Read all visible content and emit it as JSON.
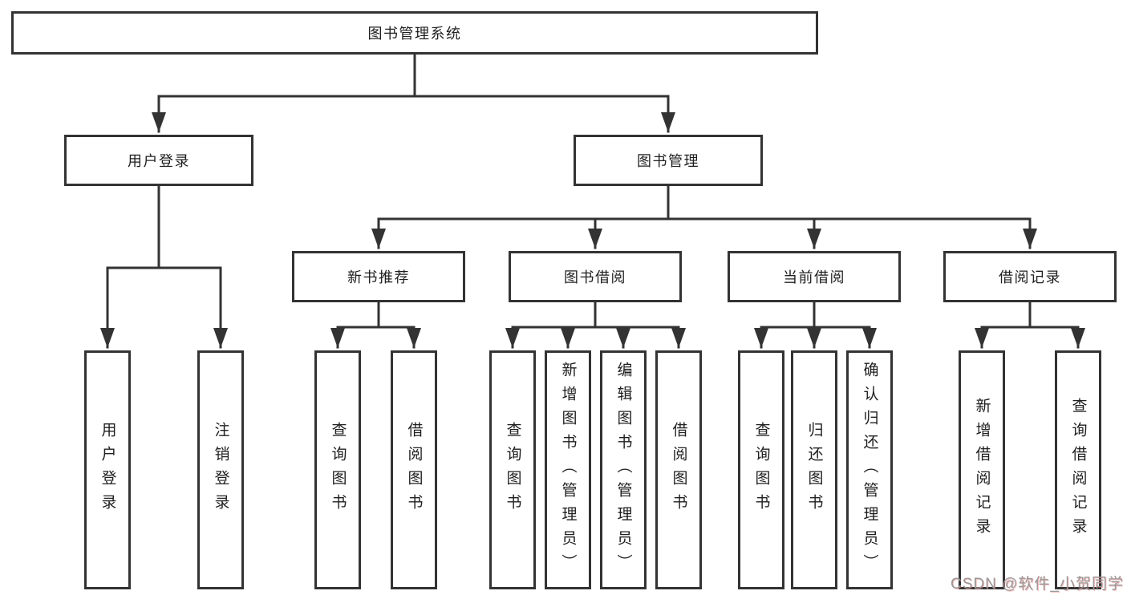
{
  "colors": {
    "line": "#333333",
    "box_border": "#333333",
    "text": "#1f1f1f",
    "watermark": "#999999"
  },
  "tree": {
    "root": {
      "label": "图书管理系统",
      "children": [
        {
          "label": "用户登录",
          "children": [
            {
              "label": "用户登录"
            },
            {
              "label": "注销登录"
            }
          ]
        },
        {
          "label": "图书管理",
          "children": [
            {
              "label": "新书推荐",
              "children": [
                {
                  "label": "查询图书"
                },
                {
                  "label": "借阅图书"
                }
              ]
            },
            {
              "label": "图书借阅",
              "children": [
                {
                  "label": "查询图书"
                },
                {
                  "label": "新增图书（管理员）"
                },
                {
                  "label": "编辑图书（管理员）"
                },
                {
                  "label": "借阅图书"
                }
              ]
            },
            {
              "label": "当前借阅",
              "children": [
                {
                  "label": "查询图书"
                },
                {
                  "label": "归还图书"
                },
                {
                  "label": "确认归还（管理员）"
                }
              ]
            },
            {
              "label": "借阅记录",
              "children": [
                {
                  "label": "新增借阅记录"
                },
                {
                  "label": "查询借阅记录"
                }
              ]
            }
          ]
        }
      ]
    }
  },
  "watermark": {
    "text": "CSDN @软件_小贺同学"
  }
}
